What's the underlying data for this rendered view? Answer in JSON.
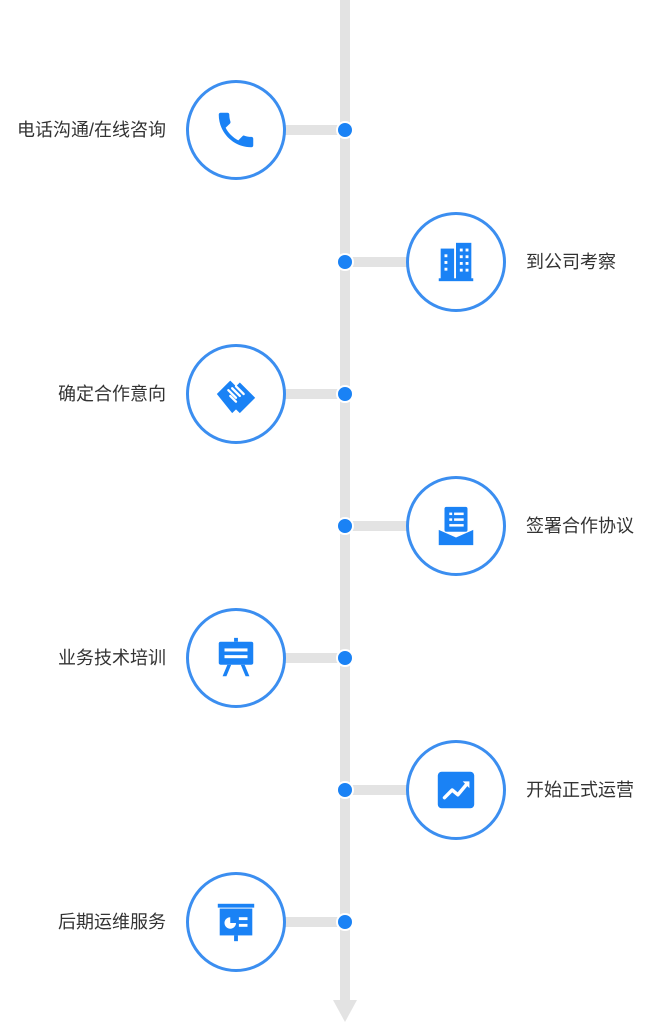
{
  "accent_color": "#1a82f5",
  "line_color": "#e3e3e3",
  "steps": [
    {
      "label": "电话沟通/在线咨询",
      "icon": "phone-icon",
      "side": "left"
    },
    {
      "label": "到公司考察",
      "icon": "building-icon",
      "side": "right"
    },
    {
      "label": "确定合作意向",
      "icon": "handshake-icon",
      "side": "left"
    },
    {
      "label": "签署合作协议",
      "icon": "document-icon",
      "side": "right"
    },
    {
      "label": "业务技术培训",
      "icon": "presentation-board-icon",
      "side": "left"
    },
    {
      "label": "开始正式运营",
      "icon": "trend-up-icon",
      "side": "right"
    },
    {
      "label": "后期运维服务",
      "icon": "chart-board-icon",
      "side": "left"
    }
  ]
}
